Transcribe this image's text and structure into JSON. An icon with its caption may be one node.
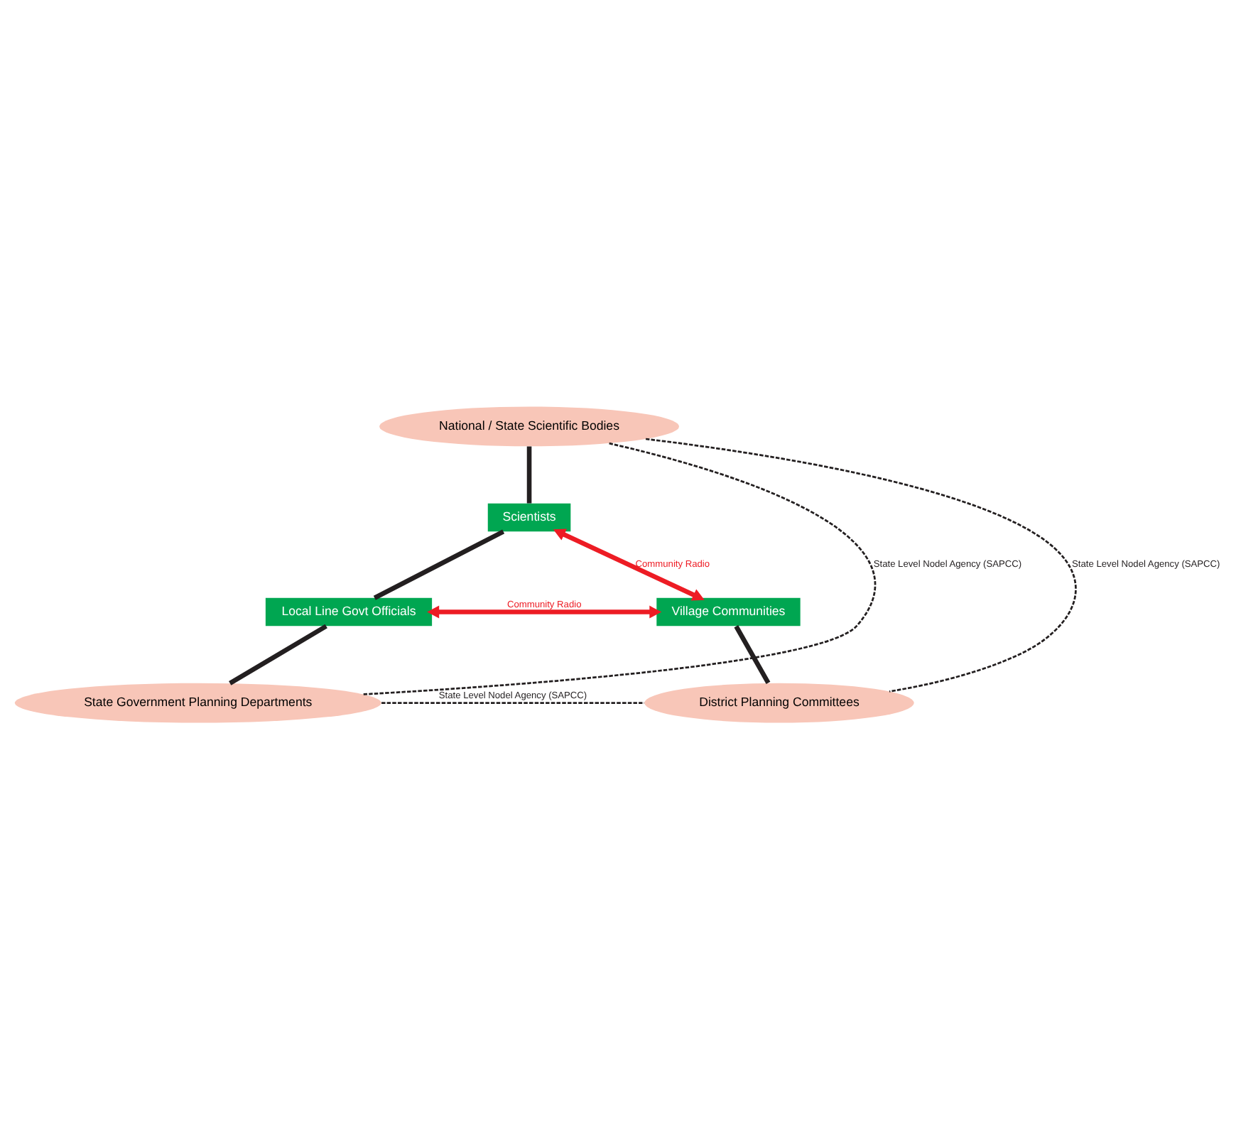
{
  "diagram": {
    "nodes": [
      {
        "text": [
          "National / State Scientific Bodies"
        ]
      },
      {
        "text": [
          "Scientists"
        ]
      },
      {
        "text": [
          "Local Line Govt Officials"
        ]
      },
      {
        "text": [
          "Village Communities"
        ]
      },
      {
        "text": [
          "State Government Planning Departments"
        ]
      },
      {
        "text": [
          "District Planning Committees"
        ]
      }
    ],
    "edges": [
      {
        "from": 0,
        "to": 1,
        "arrow": "none"
      },
      {
        "from": 1,
        "to": 2,
        "arrow": "none"
      },
      {
        "from": 2,
        "to": 4,
        "arrow": "none"
      },
      {
        "from": 3,
        "to": 5,
        "arrow": "none"
      },
      {
        "from": 1,
        "to": 3,
        "arrow": "both",
        "label": "Community Radio",
        "color": "#ed1c24"
      },
      {
        "from": 2,
        "to": 3,
        "arrow": "both",
        "label": "Community Radio",
        "color": "#ed1c24"
      },
      {
        "from": 0,
        "to": 5,
        "arrow": "none",
        "style": "dashed",
        "label": "State Level Nodel Agency (SAPCC)"
      },
      {
        "from": 4,
        "to": 5,
        "arrow": "none",
        "style": "dashed",
        "label": "State Level Nodel Agency (SAPCC)"
      },
      {
        "from": 0,
        "to": 4,
        "arrow": "none",
        "style": "dashed",
        "label": "State Level Nodel Agency (SAPCC)"
      }
    ]
  }
}
